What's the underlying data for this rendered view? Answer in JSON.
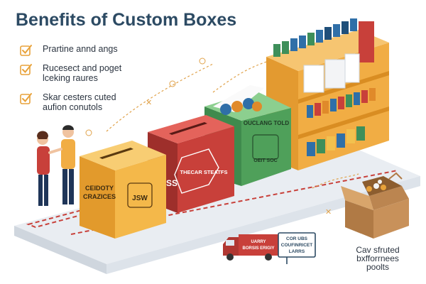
{
  "title": "Benefits of Custom Boxes",
  "checklist": [
    {
      "lines": [
        "Prartine annd angs"
      ]
    },
    {
      "lines": [
        "Rucesect and poget",
        "lceking raures"
      ]
    },
    {
      "lines": [
        "Skar cesters cuted",
        "aufion conutols"
      ]
    }
  ],
  "boxes": {
    "yellow": {
      "lines": [
        "CEIDOTY",
        "CRAZICES"
      ],
      "side_label": "JSW"
    },
    "red": {
      "front_label": "THECAR STEATFS",
      "side_label": "SSS"
    },
    "green": {
      "front_label": "OUCLANG TOLD",
      "stamp_label": "OEIT SOC"
    }
  },
  "truck": {
    "label_lines": [
      "UARRY",
      "BORSIS ERIGIY"
    ]
  },
  "sign": {
    "lines": [
      "COR UBS",
      "COUFINRICET",
      "LARRS"
    ]
  },
  "bottom_caption": [
    "Cav sfruted",
    "bxfforrnees",
    "poolts"
  ],
  "colors": {
    "title": "#2c4a63",
    "yellow_box": "#f4b84a",
    "red_box": "#c8403a",
    "green_box": "#4fa05a",
    "shelf": "#f1ad44",
    "truck": "#c8403a",
    "accent_gold": "#e8a23a"
  }
}
